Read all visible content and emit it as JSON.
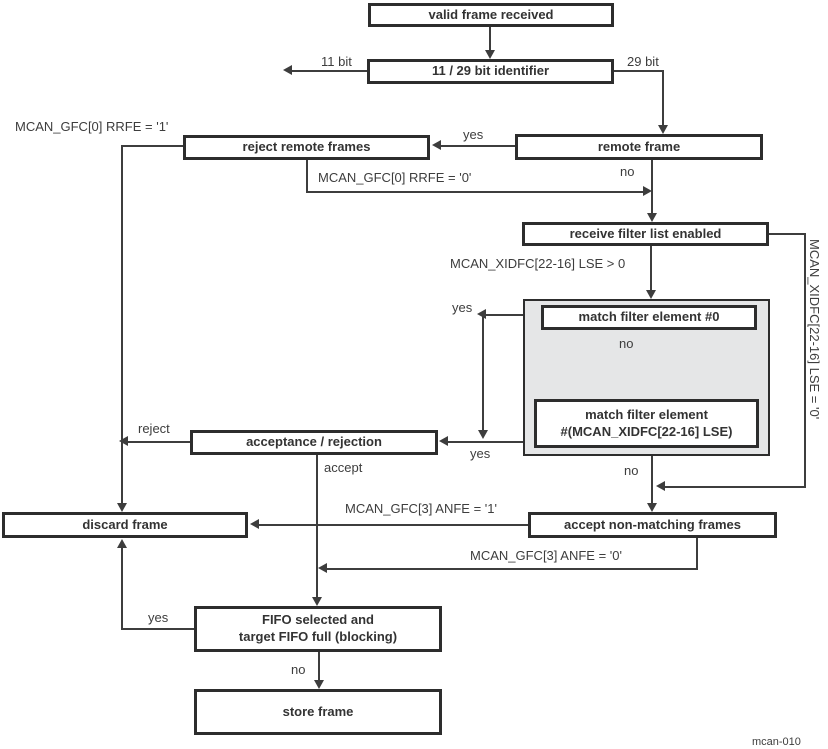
{
  "diagram": {
    "figure_id": "mcan-010",
    "colors": {
      "background": "#ffffff",
      "line": "#3d3d3d",
      "box_border": "#2d2d2d",
      "box_fill": "#ffffff",
      "group_fill": "#e5e6e7",
      "text": "#333333"
    },
    "nodes": {
      "valid_frame": "valid frame received",
      "identifier": "11 / 29 bit identifier",
      "reject_remote": "reject remote frames",
      "remote_frame": "remote frame",
      "receive_filter": "receive filter list enabled",
      "match_element_0": "match filter element #0",
      "match_element_n_line1": "match filter element",
      "match_element_n_line2": "#(MCAN_XIDFC[22-16] LSE)",
      "acceptance": "acceptance / rejection",
      "discard": "discard frame",
      "accept_nonmatching": "accept non-matching frames",
      "fifo_line1": "FIFO selected and",
      "fifo_line2": "target FIFO full (blocking)",
      "store": "store frame"
    },
    "labels": {
      "bit11": "11 bit",
      "bit29": "29 bit",
      "yes_remote": "yes",
      "no_remote": "no",
      "rrfe1": "MCAN_GFC[0] RRFE = '1'",
      "rrfe0": "MCAN_GFC[0] RRFE = '0'",
      "lse_gt0": "MCAN_XIDFC[22-16] LSE > 0",
      "lse_eq0": "MCAN_XIDFC[22-16] LSE = '0'",
      "yes_match0": "yes",
      "no_match0": "no",
      "yes_matchn": "yes",
      "no_matchn": "no",
      "reject": "reject",
      "accept": "accept",
      "anfe1": "MCAN_GFC[3] ANFE = '1'",
      "anfe0": "MCAN_GFC[3] ANFE = '0'",
      "yes_fifo": "yes",
      "no_fifo": "no"
    }
  }
}
